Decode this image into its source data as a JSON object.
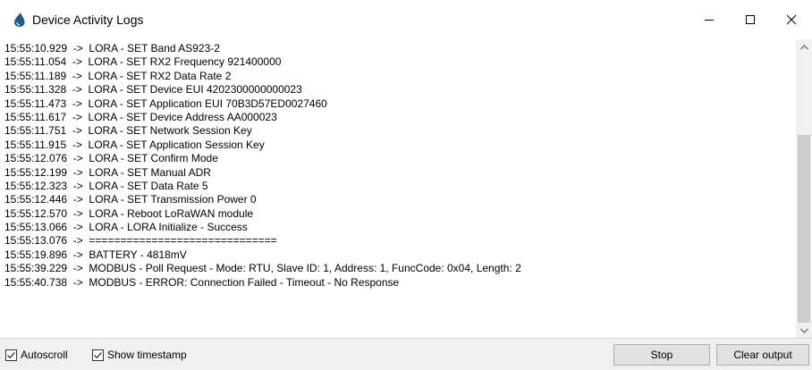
{
  "window": {
    "title": "Device Activity Logs",
    "icon": "water-drop-icon"
  },
  "log": {
    "lines": [
      "15:55:10.929  ->  LORA - SET Band AS923-2",
      "15:55:11.054  ->  LORA - SET RX2 Frequency 921400000",
      "15:55:11.189  ->  LORA - SET RX2 Data Rate 2",
      "15:55:11.328  ->  LORA - SET Device EUI 4202300000000023",
      "15:55:11.473  ->  LORA - SET Application EUI 70B3D57ED0027460",
      "15:55:11.617  ->  LORA - SET Device Address AA000023",
      "15:55:11.751  ->  LORA - SET Network Session Key",
      "15:55:11.915  ->  LORA - SET Application Session Key",
      "15:55:12.076  ->  LORA - SET Confirm Mode",
      "15:55:12.199  ->  LORA - SET Manual ADR",
      "15:55:12.323  ->  LORA - SET Data Rate 5",
      "15:55:12.446  ->  LORA - SET Transmission Power 0",
      "15:55:12.570  ->  LORA - Reboot LoRaWAN module",
      "15:55:13.066  ->  LORA - LORA Initialize - Success",
      "15:55:13.076  ->  ==============================",
      "15:55:19.896  ->  BATTERY - 4818mV",
      "15:55:39.229  ->  MODBUS - Poll Request - Mode: RTU, Slave ID: 1, Address: 1, FuncCode: 0x04, Length: 2",
      "15:55:40.738  ->  MODBUS - ERROR: Connection Failed - Timeout - No Response"
    ]
  },
  "footer": {
    "autoscroll": {
      "label": "Autoscroll",
      "checked": true
    },
    "show_timestamp": {
      "label": "Show timestamp",
      "checked": true
    },
    "stop_label": "Stop",
    "clear_label": "Clear output"
  },
  "colors": {
    "accent_drop": "#1f5f8b",
    "scroll_thumb": "#cdcdcd",
    "footer_bg": "#f0f0f0"
  }
}
